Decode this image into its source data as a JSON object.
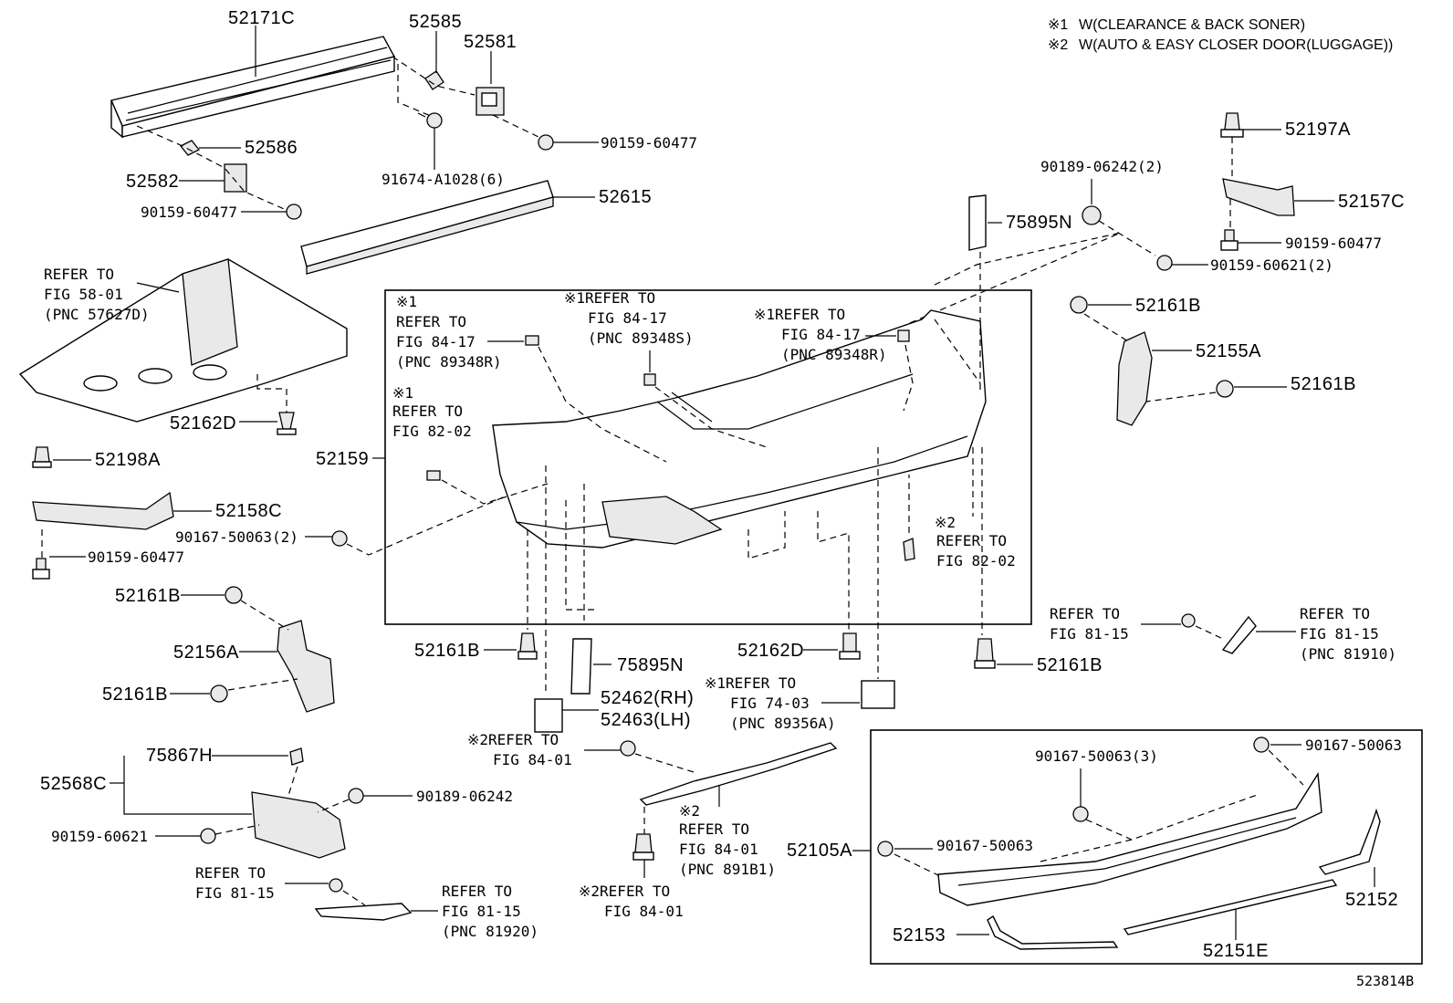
{
  "notes": [
    {
      "mark": "※1",
      "text": "W(CLEARANCE & BACK SONER)"
    },
    {
      "mark": "※2",
      "text": "W(AUTO & EASY CLOSER DOOR(LUGGAGE))"
    }
  ],
  "parts": {
    "p52171C": "52171C",
    "p52585": "52585",
    "p52581": "52581",
    "p52586": "52586",
    "p52582": "52582",
    "p90159_60477_a": "90159-60477",
    "p90159_60477_b": "90159-60477",
    "p91674": "91674-A1028(6)",
    "p52615": "52615",
    "p52162D_a": "52162D",
    "p52198A": "52198A",
    "p52158C": "52158C",
    "p90167_50063_2": "90167-50063(2)",
    "p90159_60477_c": "90159-60477",
    "p52161B_a": "52161B",
    "p52156A": "52156A",
    "p52161B_b": "52161B",
    "p75867H": "75867H",
    "p52568C": "52568C",
    "p90189_06242": "90189-06242",
    "p90159_60621": "90159-60621",
    "p52159": "52159",
    "p52161B_c": "52161B",
    "p75895N_a": "75895N",
    "p52462": "52462(RH)",
    "p52463": "52463(LH)",
    "p52162D_b": "52162D",
    "p75895N_b": "75895N",
    "p90189_06242_2": "90189-06242(2)",
    "p52197A": "52197A",
    "p52157C": "52157C",
    "p90159_60477_d": "90159-60477",
    "p90159_60621_2": "90159-60621(2)",
    "p52161B_d": "52161B",
    "p52155A": "52155A",
    "p52161B_e": "52161B",
    "p52161B_f": "52161B",
    "p52105A": "52105A",
    "p90167_50063_3": "90167-50063(3)",
    "p90167_50063_a": "90167-50063",
    "p90167_50063_b": "90167-50063",
    "p52152": "52152",
    "p52153": "52153",
    "p52151E": "52151E"
  },
  "refs": {
    "r_fig58": {
      "l1": "REFER TO",
      "l2": "FIG 58-01",
      "l3": "(PNC 57627D)"
    },
    "r_8417_a": {
      "mark": "※1",
      "l1": "REFER TO",
      "l2": "FIG 84-17",
      "l3": "(PNC 89348R)"
    },
    "r_8417_b": {
      "l1": "※1REFER TO",
      "l2": "FIG 84-17",
      "l3": "(PNC 89348S)"
    },
    "r_8417_c": {
      "l1": "※1REFER TO",
      "l2": "FIG 84-17",
      "l3": "(PNC 89348R)"
    },
    "r_8202_a": {
      "mark": "※1",
      "l1": "REFER TO",
      "l2": "FIG 82-02"
    },
    "r_8202_b": {
      "mark": "※2",
      "l1": "REFER TO",
      "l2": "FIG 82-02"
    },
    "r_7403": {
      "l1": "※1REFER TO",
      "l2": "FIG 74-03",
      "l3": "(PNC 89356A)"
    },
    "r_8401_a": {
      "l1": "※2REFER TO",
      "l2": "FIG 84-01"
    },
    "r_8401_b": {
      "mark": "※2",
      "l1": "REFER TO",
      "l2": "FIG 84-01",
      "l3": "(PNC 891B1)"
    },
    "r_8401_c": {
      "l1": "※2REFER TO",
      "l2": "FIG 84-01"
    },
    "r_8115_a": {
      "l1": "REFER TO",
      "l2": "FIG 81-15"
    },
    "r_8115_b": {
      "l1": "REFER TO",
      "l2": "FIG 81-15",
      "l3": "(PNC 81920)"
    },
    "r_8115_c": {
      "l1": "REFER TO",
      "l2": "FIG 81-15"
    },
    "r_8115_d": {
      "l1": "REFER TO",
      "l2": "FIG 81-15",
      "l3": "(PNC 81910)"
    }
  },
  "figure_id": "523814B"
}
